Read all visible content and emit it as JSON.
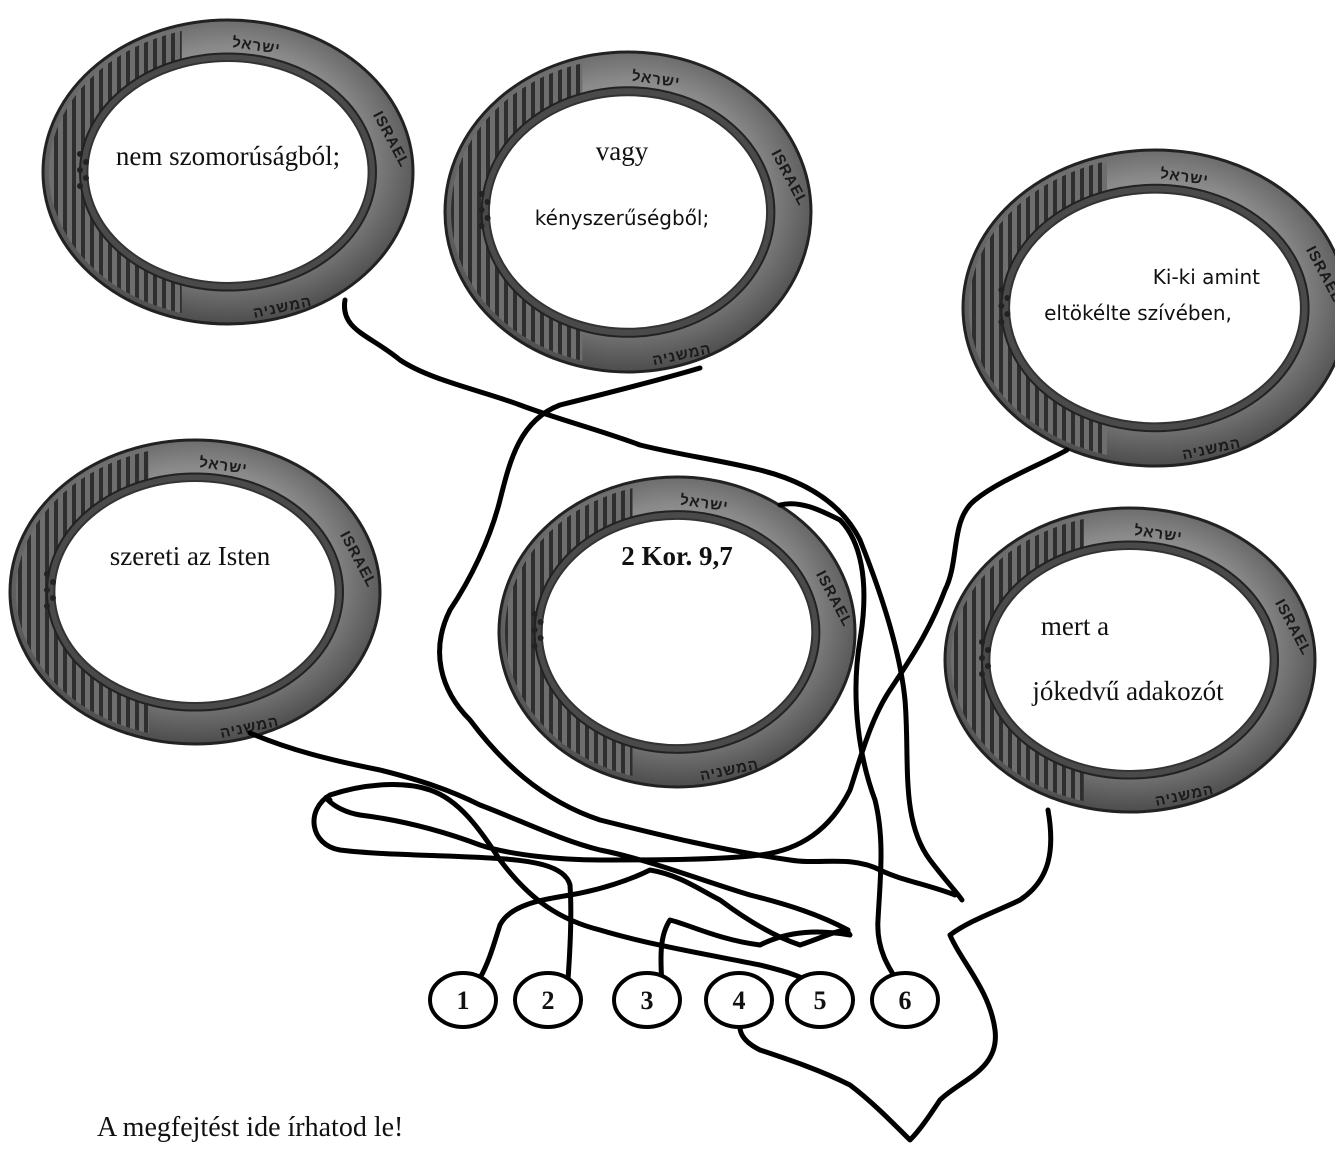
{
  "coins": [
    {
      "id": "coin-1",
      "lines": [
        "nem szomorúságból;"
      ],
      "style": "serif"
    },
    {
      "id": "coin-2",
      "lines": [
        "vagy",
        "kényszerűségből;"
      ],
      "style": "mixed"
    },
    {
      "id": "coin-3",
      "lines": [
        "Ki-ki amint",
        "eltökélte szívében,"
      ],
      "style": "sans"
    },
    {
      "id": "coin-4",
      "lines": [
        "szereti az Isten"
      ],
      "style": "serif"
    },
    {
      "id": "coin-5",
      "lines": [
        "2 Kor. 9,7"
      ],
      "style": "bold"
    },
    {
      "id": "coin-6",
      "lines": [
        "mert a",
        "jókedvű adakozót"
      ],
      "style": "serif"
    }
  ],
  "rim_words": {
    "top": "ישראל",
    "right": "ISRAEL",
    "bottom": "המשניה"
  },
  "numbers": [
    "1",
    "2",
    "3",
    "4",
    "5",
    "6"
  ],
  "answer_label": "A megfejtést ide írhatod le!",
  "colors": {
    "ink": "#111111",
    "rim_dark": "#3a3a3a",
    "rim_light": "#9a9a9a"
  }
}
